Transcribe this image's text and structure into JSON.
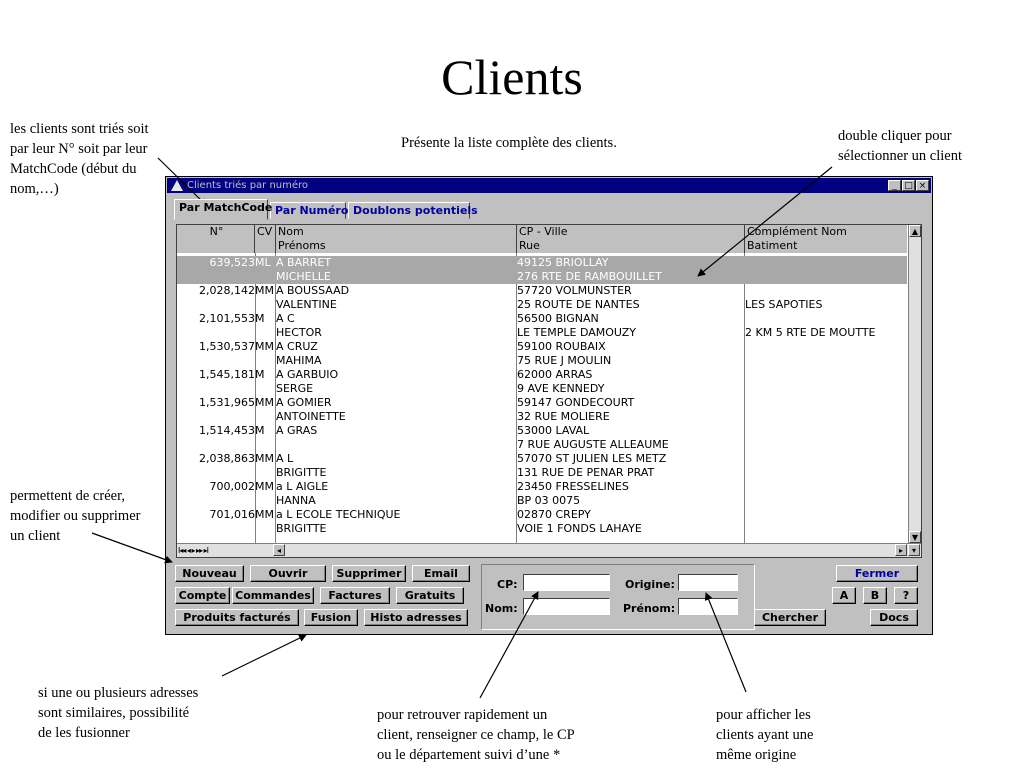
{
  "slide": {
    "title": "Clients",
    "subtitle": "Présente la liste complète des clients.",
    "notes": {
      "sorting": [
        "les clients sont triés soit",
        "par leur N° soit par leur",
        "MatchCode (début du",
        "nom,…)"
      ],
      "double_click": [
        "double cliquer pour",
        "sélectionner un client"
      ],
      "crud": [
        "permettent de créer,",
        "modifier ou supprimer",
        "un client"
      ],
      "merge": [
        "si une ou plusieurs adresses",
        "sont similaires, possibilité",
        "de les fusionner"
      ],
      "cp_field": [
        "pour retrouver rapidement un",
        "client, renseigner ce champ, le CP",
        "ou le département suivi d’une *"
      ],
      "origin_field": [
        "pour afficher les",
        "clients ayant une",
        "même origine"
      ]
    }
  },
  "window": {
    "title": "Clients triés par numéro",
    "controls": [
      "_",
      "□",
      "×"
    ]
  },
  "tabs": [
    "Par MatchCode",
    "Par Numéro",
    "Doublons potentiels"
  ],
  "table": {
    "headers": {
      "no": "N°",
      "cv": "CV",
      "nom": [
        "Nom",
        "Prénoms"
      ],
      "cp": [
        "CP - Ville",
        "Rue"
      ],
      "comp": [
        "Complément Nom",
        "Batiment"
      ]
    },
    "rows": [
      {
        "no": "639,523",
        "cv": "ML",
        "nom": "A BARRET",
        "prenom": "MICHELLE",
        "cp": "49125 BRIOLLAY",
        "rue": "276 RTE DE RAMBOUILLET",
        "comp": "",
        "bat": ""
      },
      {
        "no": "2,028,142",
        "cv": "MM",
        "nom": "A BOUSSAAD",
        "prenom": "VALENTINE",
        "cp": "57720 VOLMUNSTER",
        "rue": "25 ROUTE DE NANTES",
        "comp": "",
        "bat": "LES SAPOTIES"
      },
      {
        "no": "2,101,553",
        "cv": "M",
        "nom": "A C",
        "prenom": "HECTOR",
        "cp": "56500 BIGNAN",
        "rue": "LE TEMPLE DAMOUZY",
        "comp": "",
        "bat": "2 KM 5 RTE DE MOUTTE"
      },
      {
        "no": "1,530,537",
        "cv": "MM",
        "nom": "A CRUZ",
        "prenom": "MAHIMA",
        "cp": "59100 ROUBAIX",
        "rue": "75 RUE J MOULIN",
        "comp": "",
        "bat": ""
      },
      {
        "no": "1,545,181",
        "cv": "M",
        "nom": "A GARBUIO",
        "prenom": "SERGE",
        "cp": "62000 ARRAS",
        "rue": "9 AVE KENNEDY",
        "comp": "",
        "bat": ""
      },
      {
        "no": "1,531,965",
        "cv": "MM",
        "nom": "A GOMIER",
        "prenom": "ANTOINETTE",
        "cp": "59147 GONDECOURT",
        "rue": "32 RUE MOLIERE",
        "comp": "",
        "bat": ""
      },
      {
        "no": "1,514,453",
        "cv": "M",
        "nom": "A GRAS",
        "prenom": "",
        "cp": "53000 LAVAL",
        "rue": "7 RUE AUGUSTE ALLEAUME",
        "comp": "",
        "bat": ""
      },
      {
        "no": "2,038,863",
        "cv": "MM",
        "nom": "A L",
        "prenom": "BRIGITTE",
        "cp": "57070 ST JULIEN LES METZ",
        "rue": "131 RUE DE PENAR PRAT",
        "comp": "",
        "bat": ""
      },
      {
        "no": "700,002",
        "cv": "MM",
        "nom": "a L AIGLE",
        "prenom": "HANNA",
        "cp": "23450 FRESSELINES",
        "rue": "BP 03 0075",
        "comp": "",
        "bat": ""
      },
      {
        "no": "701,016",
        "cv": "MM",
        "nom": "a L ECOLE TECHNIQUE",
        "prenom": "BRIGITTE",
        "cp": "02870 CREPY",
        "rue": "VOIE 1 FONDS LAHAYE",
        "comp": "",
        "bat": ""
      }
    ],
    "nav_buttons": "I◂◂ ◂ ▸ ▸▸ ▸I"
  },
  "buttons": {
    "nouveau": "Nouveau",
    "ouvrir": "Ouvrir",
    "supprimer": "Supprimer",
    "email": "Email",
    "compte": "Compte",
    "commandes": "Commandes",
    "factures": "Factures",
    "gratuits": "Gratuits",
    "produits": "Produits facturés",
    "fusion": "Fusion",
    "histo": "Histo adresses",
    "fermer": "Fermer",
    "a": "A",
    "b": "B",
    "help": "?",
    "chercher": "Chercher",
    "docs": "Docs"
  },
  "search": {
    "cp_label": "CP:",
    "origine_label": "Origine:",
    "nom_label": "Nom:",
    "prenom_label": "Prénom:",
    "cp_value": "",
    "origine_value": "",
    "nom_value": "",
    "prenom_value": ""
  }
}
